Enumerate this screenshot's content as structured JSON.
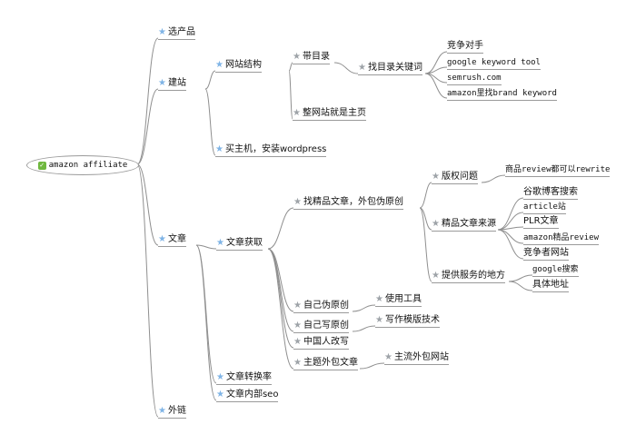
{
  "mindmap": {
    "root": {
      "label": "amazon affiliate"
    },
    "nodes": {
      "xuanchanpin": "选产品",
      "jianzhan": "建站",
      "wangzhanjiegou": "网站结构",
      "daimulu": "带目录",
      "zhaomulu": "找目录关键词",
      "jingzheng": "竞争对手",
      "google_kw": "google keyword tool",
      "semrush": "semrush.com",
      "amazon_brand": "amazon里找brand keyword",
      "zhengwangzhan": "整网站就是主页",
      "maizhuji": "买主机，安装wordpress",
      "wenzhang": "文章",
      "wenzhanghuoqu": "文章获取",
      "zhaojingpin": "找精品文章，外包伪原创",
      "banquan": "版权问题",
      "shangpin": "商品review都可以rewrite",
      "jingpinlaiyuan": "精品文章来源",
      "guge": "谷歌博客搜索",
      "article": "article站",
      "plr": "PLR文章",
      "amazon_review": "amazon精品review",
      "jingzhengzhe": "竞争者网站",
      "tigongfuwu": "提供服务的地方",
      "google_sousuo": "google搜索",
      "juti": "具体地址",
      "ziji_wei": "自己伪原创",
      "shiyong": "使用工具",
      "ziji_xie": "自己写原创",
      "xiezuo": "写作模版技术",
      "zhongguoren": "中国人改写",
      "zhuti": "主题外包文章",
      "zhuliu": "主流外包网站",
      "zhuanhuan": "文章转换率",
      "neibu": "文章内部seo",
      "wailian": "外链"
    }
  }
}
